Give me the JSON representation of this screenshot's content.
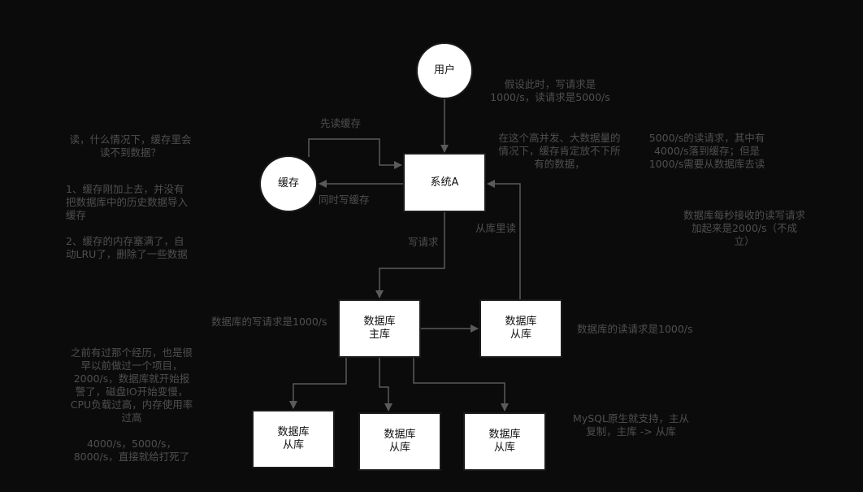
{
  "nodes": {
    "user": "用户",
    "cache": "缓存",
    "system": "系统A",
    "db_master": "数据库\n主库",
    "db_slave_right": "数据库\n从库",
    "db_slave_1": "数据库\n从库",
    "db_slave_2": "数据库\n从库",
    "db_slave_3": "数据库\n从库"
  },
  "edge_labels": {
    "read_cache_first": "先读缓存",
    "write_cache_sync": "同时写缓存",
    "write_request": "写请求",
    "read_from_slave": "从库里读"
  },
  "notes": {
    "assumption": "假设此时，写请求是\n1000/s，读请求是5000/s",
    "high_concurrency": "在这个高并发、大数据量的\n情况下，缓存肯定放不下所\n有的数据，",
    "cache_hit": "5000/s的读请求，其中有\n4000/s落到缓存；但是\n1000/s需要从数据库去读",
    "cache_miss_question": "读，什么情况下，缓存里会\n读不到数据？",
    "reason_1": "1、缓存刚加上去，并没有\n把数据库中的历史数据导入\n缓存",
    "reason_2": "2、缓存的内存塞满了，自\n动LRU了，删除了一些数据",
    "db_total": "数据库每秒接收的读写请求\n加起来是2000/s（不成\n立）",
    "master_write": "数据库的写请求是1000/s",
    "slave_read": "数据库的读请求是1000/s",
    "experience": "之前有过那个经历，也是很\n早以前做过一个项目，\n2000/s，数据库就开始报\n警了，磁盘IO开始变慢，\nCPU负载过高，内存使用率\n过高",
    "experience_2": "4000/s，5000/s，\n8000/s，直接就给打死了",
    "mysql_replication": "MySQL原生就支持，主从\n复制，主库 -> 从库"
  }
}
